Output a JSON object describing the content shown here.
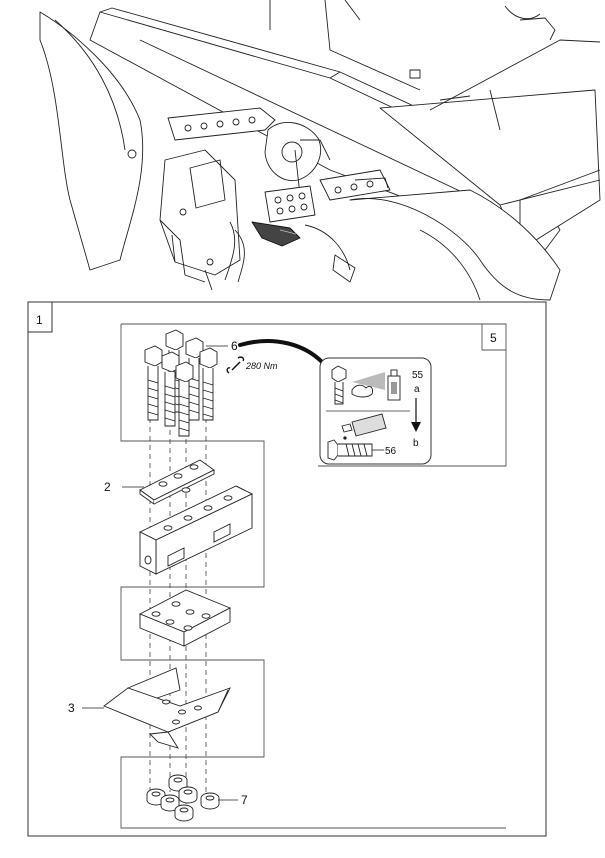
{
  "callouts": {
    "frame_index": "1",
    "inset_index": "5",
    "bolt": "6",
    "plate": "2",
    "guard": "3",
    "nuts": "7",
    "cleaner_ref": "55",
    "threadlock_ref": "56",
    "step_a": "a",
    "step_b": "b"
  },
  "torque_spec": "280 Nm",
  "icons": {
    "wrench": "wrench-icon",
    "cleaner": "cleaner-spray-icon",
    "threadlock": "threadlock-tube-icon"
  }
}
